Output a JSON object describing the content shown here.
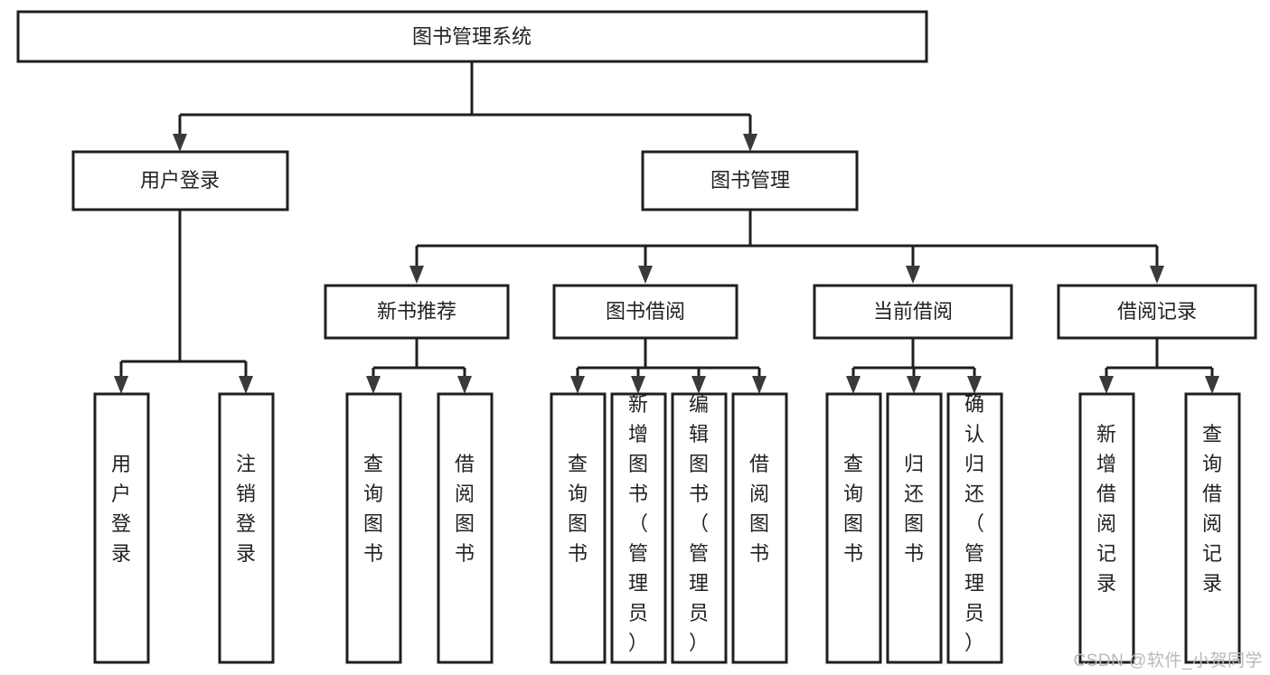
{
  "diagram": {
    "type": "tree-hierarchy-chart",
    "title": "图书管理系统",
    "watermark": "CSDN @软件_小贺同学",
    "colors": {
      "background": "#ffffff",
      "box_stroke": "#1f1f1f",
      "box_fill": "#ffffff",
      "text": "#222222",
      "arrow": "#3a3a3a",
      "watermark": "#b9b9b9"
    },
    "levels": [
      {
        "level": 1,
        "nodes": [
          {
            "id": "root",
            "label": "图书管理系统",
            "orientation": "horizontal"
          }
        ]
      },
      {
        "level": 2,
        "nodes": [
          {
            "id": "l2-0",
            "label": "用户登录",
            "orientation": "horizontal",
            "parent": "root"
          },
          {
            "id": "l2-1",
            "label": "图书管理",
            "orientation": "horizontal",
            "parent": "root"
          }
        ]
      },
      {
        "level": 3,
        "nodes": [
          {
            "id": "l3-0",
            "label": "新书推荐",
            "orientation": "horizontal",
            "parent": "l2-1"
          },
          {
            "id": "l3-1",
            "label": "图书借阅",
            "orientation": "horizontal",
            "parent": "l2-1"
          },
          {
            "id": "l3-2",
            "label": "当前借阅",
            "orientation": "horizontal",
            "parent": "l2-1"
          },
          {
            "id": "l3-3",
            "label": "借阅记录",
            "orientation": "horizontal",
            "parent": "l2-1"
          }
        ]
      },
      {
        "level": 4,
        "nodes": [
          {
            "id": "l4-0",
            "label": "用户登录",
            "orientation": "vertical",
            "parent": "l2-0"
          },
          {
            "id": "l4-1",
            "label": "注销登录",
            "orientation": "vertical",
            "parent": "l2-0"
          },
          {
            "id": "l4-2",
            "label": "查询图书",
            "orientation": "vertical",
            "parent": "l3-0"
          },
          {
            "id": "l4-3",
            "label": "借阅图书",
            "orientation": "vertical",
            "parent": "l3-0"
          },
          {
            "id": "l4-4",
            "label": "查询图书",
            "orientation": "vertical",
            "parent": "l3-1"
          },
          {
            "id": "l4-5",
            "label": "新增图书（管理员）",
            "orientation": "vertical",
            "parent": "l3-1"
          },
          {
            "id": "l4-6",
            "label": "编辑图书（管理员）",
            "orientation": "vertical",
            "parent": "l3-1"
          },
          {
            "id": "l4-7",
            "label": "借阅图书",
            "orientation": "vertical",
            "parent": "l3-1"
          },
          {
            "id": "l4-8",
            "label": "查询图书",
            "orientation": "vertical",
            "parent": "l3-2"
          },
          {
            "id": "l4-9",
            "label": "归还图书",
            "orientation": "vertical",
            "parent": "l3-2"
          },
          {
            "id": "l4-10",
            "label": "确认归还（管理员）",
            "orientation": "vertical",
            "parent": "l3-2"
          },
          {
            "id": "l4-11",
            "label": "新增借阅记录",
            "orientation": "vertical",
            "parent": "l3-3"
          },
          {
            "id": "l4-12",
            "label": "查询借阅记录",
            "orientation": "vertical",
            "parent": "l3-3"
          }
        ]
      }
    ]
  }
}
